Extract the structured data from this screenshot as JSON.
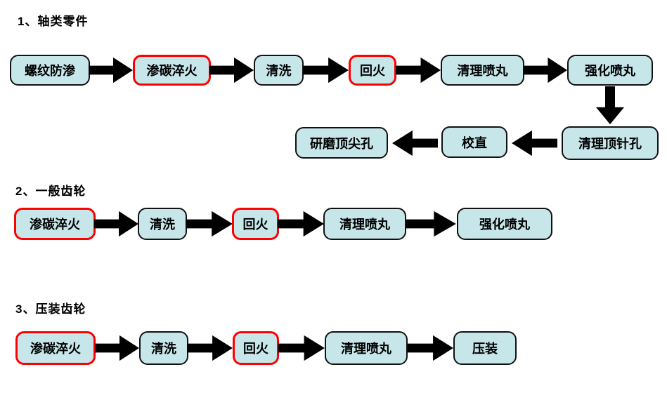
{
  "colors": {
    "box_fill": "#c7e6ea",
    "arrow_fill": "#34349b",
    "red_border": "#ff0000",
    "black_border": "#111111"
  },
  "sections": [
    {
      "heading": "1、轴类零件",
      "nodes": [
        {
          "label": "螺纹防渗",
          "border": "black"
        },
        {
          "label": "渗碳淬火",
          "border": "red"
        },
        {
          "label": "清洗",
          "border": "black"
        },
        {
          "label": "回火",
          "border": "red"
        },
        {
          "label": "清理喷丸",
          "border": "black"
        },
        {
          "label": "强化喷丸",
          "border": "black"
        },
        {
          "label": "清理顶针孔",
          "border": "black"
        },
        {
          "label": "校直",
          "border": "black"
        },
        {
          "label": "研磨顶尖孔",
          "border": "black"
        }
      ]
    },
    {
      "heading": "2、一般齿轮",
      "nodes": [
        {
          "label": "渗碳淬火",
          "border": "red"
        },
        {
          "label": "清洗",
          "border": "black"
        },
        {
          "label": "回火",
          "border": "red"
        },
        {
          "label": "清理喷丸",
          "border": "black"
        },
        {
          "label": "强化喷丸",
          "border": "black"
        }
      ]
    },
    {
      "heading": "3、压装齿轮",
      "nodes": [
        {
          "label": "渗碳淬火",
          "border": "red"
        },
        {
          "label": "清洗",
          "border": "black"
        },
        {
          "label": "回火",
          "border": "red"
        },
        {
          "label": "清理喷丸",
          "border": "black"
        },
        {
          "label": "压装",
          "border": "black"
        }
      ]
    }
  ]
}
